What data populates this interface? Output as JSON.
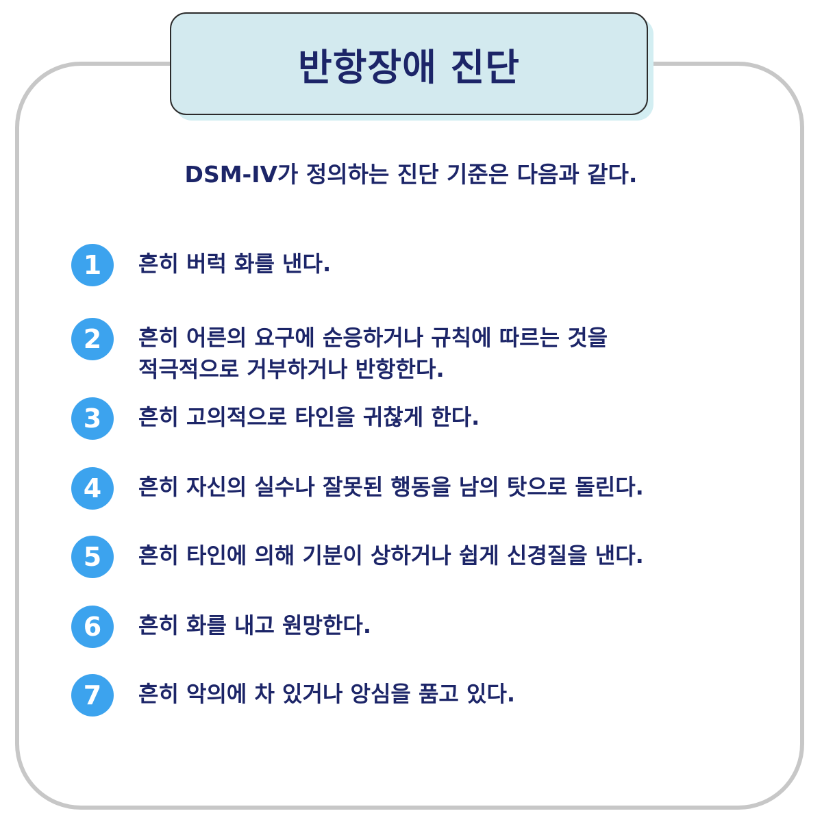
{
  "title": "반항장애 진단",
  "intro": "DSM-IV가 정의하는 진단 기준은 다음과 같다.",
  "criteria": [
    {
      "number": "1",
      "lines": [
        "흔히 버럭 화를 낸다."
      ]
    },
    {
      "number": "2",
      "lines": [
        "흔히 어른의 요구에 순응하거나 규칙에 따르는 것을",
        "적극적으로 거부하거나 반항한다."
      ]
    },
    {
      "number": "3",
      "lines": [
        "흔히 고의적으로 타인을 귀찮게 한다."
      ]
    },
    {
      "number": "4",
      "lines": [
        "흔히 자신의 실수나 잘못된 행동을 남의 탓으로 돌린다."
      ]
    },
    {
      "number": "5",
      "lines": [
        "흔히 타인에 의해 기분이 상하거나 쉽게 신경질을 낸다."
      ]
    },
    {
      "number": "6",
      "lines": [
        "흔히 화를 내고 원망한다."
      ]
    },
    {
      "number": "7",
      "lines": [
        "흔히 악의에 차 있거나 앙심을 품고 있다."
      ]
    }
  ],
  "colors": {
    "title_text": "#1c2568",
    "title_bg": "#d3eaef",
    "badge": "#3ca3ee",
    "card_border": "#c7c7c7"
  }
}
